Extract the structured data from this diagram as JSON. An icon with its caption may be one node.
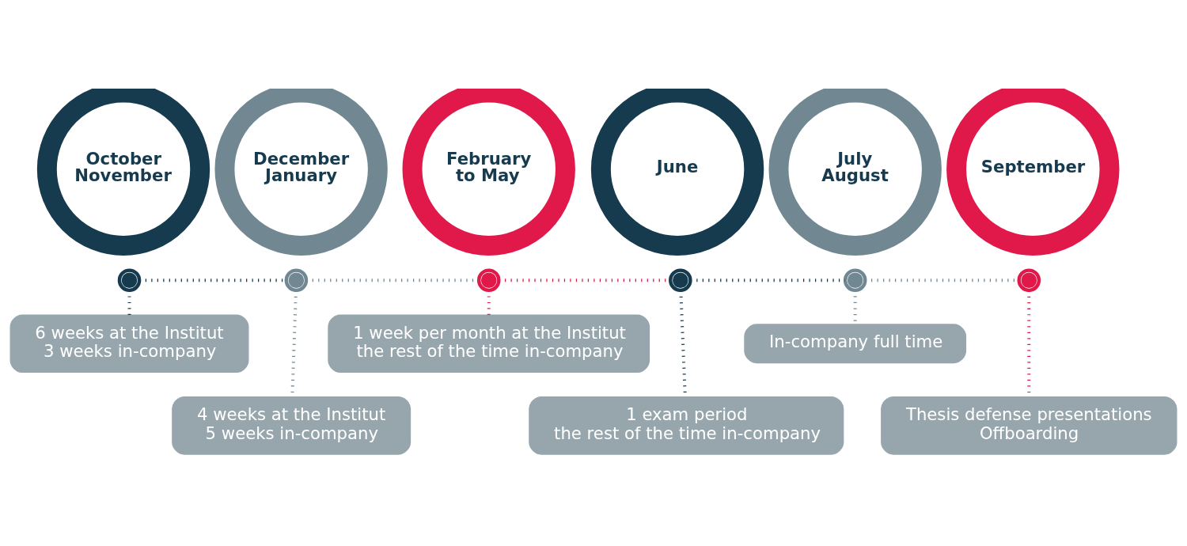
{
  "diagram": {
    "nodes": [
      {
        "text": [
          "October November"
        ]
      },
      {
        "text": [
          "December January"
        ]
      },
      {
        "text": [
          "February to May"
        ]
      },
      {
        "text": [
          "June"
        ]
      },
      {
        "text": [
          "July August"
        ]
      },
      {
        "text": [
          "September"
        ]
      },
      {
        "text": [],
        "shape": "circle"
      },
      {
        "text": [],
        "shape": "circle"
      },
      {
        "text": [],
        "shape": "circle"
      },
      {
        "text": [],
        "shape": "circle"
      },
      {
        "text": [],
        "shape": "circle"
      },
      {
        "text": [],
        "shape": "circle"
      },
      {
        "text": [
          "6 weeks at the Institut",
          "3 weeks in-company"
        ]
      },
      {
        "text": [
          "4 weeks at the Institut",
          "5 weeks in-company"
        ]
      },
      {
        "text": [
          "1 week per month at the Institut",
          "the rest of the time in-company"
        ]
      },
      {
        "text": [
          "1 exam period",
          "the rest of the time in-company"
        ]
      },
      {
        "text": [
          "In-company full time"
        ]
      },
      {
        "text": [
          "Thesis defense presentations",
          "Offboarding"
        ]
      }
    ],
    "edges": [
      {
        "from": 6,
        "to": 7,
        "arrow": "none",
        "color": "#163a4e"
      },
      {
        "from": 7,
        "to": 8,
        "arrow": "none",
        "color": "#718892"
      },
      {
        "from": 8,
        "to": 9,
        "arrow": "none",
        "color": "#e0194a"
      },
      {
        "from": 9,
        "to": 10,
        "arrow": "none",
        "color": "#163a4e"
      },
      {
        "from": 10,
        "to": 11,
        "arrow": "none",
        "color": "#718892"
      },
      {
        "from": 6,
        "to": 12,
        "arrow": "none",
        "color": "#163a4e"
      },
      {
        "from": 7,
        "to": 13,
        "arrow": "none",
        "color": "#718892"
      },
      {
        "from": 8,
        "to": 14,
        "arrow": "none",
        "color": "#e0194a"
      },
      {
        "from": 9,
        "to": 15,
        "arrow": "none",
        "color": "#163a4e"
      },
      {
        "from": 10,
        "to": 16,
        "arrow": "none",
        "color": "#718892"
      },
      {
        "from": 11,
        "to": 17,
        "arrow": "none",
        "color": "#e0194a"
      }
    ]
  }
}
